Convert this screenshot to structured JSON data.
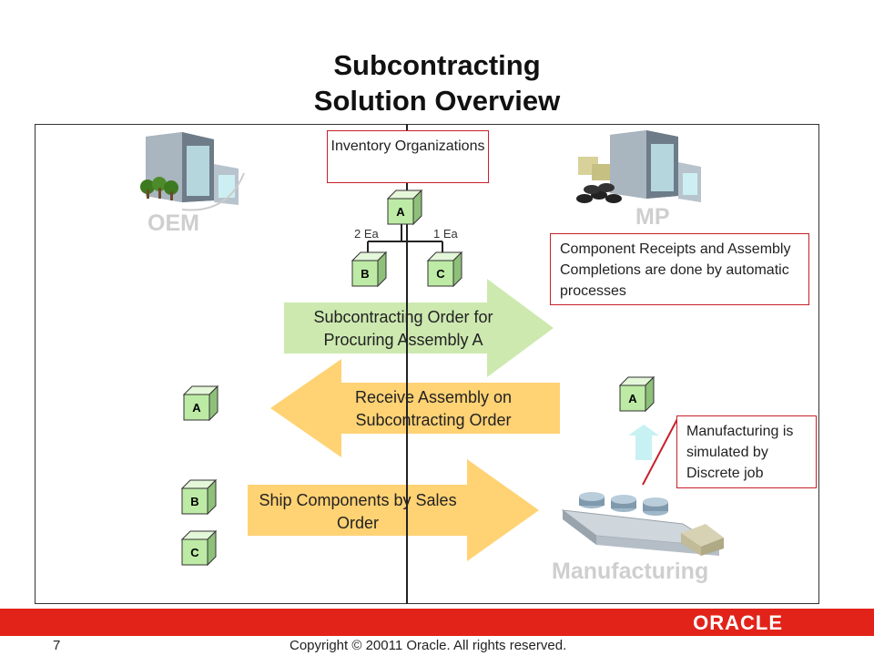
{
  "title_line1": "Subcontracting",
  "title_line2": "Solution Overview",
  "inventory_box": "Inventory Organizations",
  "oem_label": "OEM",
  "mp_label": "MP",
  "manufacturing_label": "Manufacturing",
  "qty_left": "2 Ea",
  "qty_right": "1 Ea",
  "component_box": "Component Receipts and Assembly Completions are done by automatic processes",
  "manufacturing_box": "Manufacturing is simulated by Discrete job",
  "arrows": {
    "subcontracting_order": "Subcontracting Order for Procuring Assembly A",
    "receive_assembly": "Receive Assembly on Subcontracting Order",
    "ship_components": "Ship Components by Sales Order"
  },
  "cubes": {
    "top_a": "A",
    "top_b": "B",
    "top_c": "C",
    "oem_a": "A",
    "oem_b": "B",
    "oem_c": "C",
    "mp_a": "A"
  },
  "footer": {
    "page_number": "7",
    "copyright": "Copyright © 20011 Oracle. All rights reserved.",
    "logo": "ORACLE"
  },
  "colors": {
    "green_arrow": "#cde9b0",
    "orange_arrow": "#ffd274",
    "cube_face": "#bdeba5",
    "red_border": "#c8202a",
    "footer_red": "#e2231a"
  }
}
